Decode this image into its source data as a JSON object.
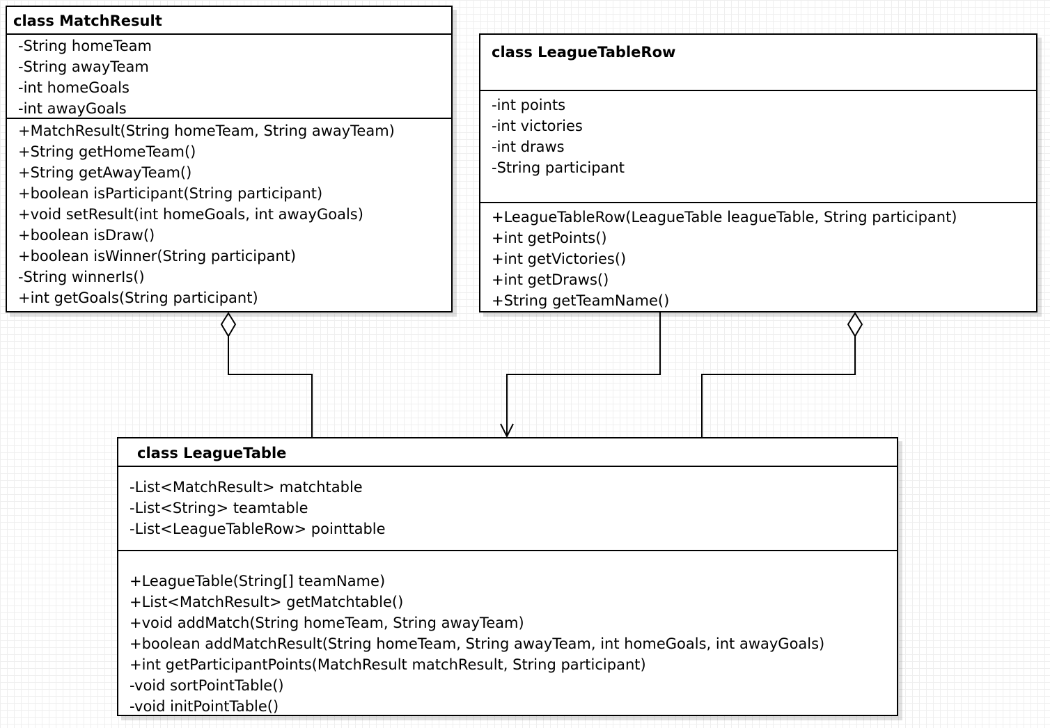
{
  "classes": {
    "match_result": {
      "title": "class MatchResult",
      "attributes": [
        "-String homeTeam",
        "-String awayTeam",
        "-int homeGoals",
        "-int awayGoals"
      ],
      "operations": [
        "+MatchResult(String homeTeam, String awayTeam)",
        "+String getHomeTeam()",
        "+String getAwayTeam()",
        "+boolean isParticipant(String participant)",
        "+void setResult(int homeGoals, int awayGoals)",
        "+boolean isDraw()",
        "+boolean isWinner(String participant)",
        "-String winnerIs()",
        "+int getGoals(String participant)"
      ]
    },
    "league_table_row": {
      "title": "class LeagueTableRow",
      "attributes": [
        "-int points",
        "-int victories",
        "-int draws",
        "-String participant"
      ],
      "operations": [
        "+LeagueTableRow(LeagueTable leagueTable, String participant)",
        "+int getPoints()",
        "+int getVictories()",
        "+int getDraws()",
        "+String getTeamName()"
      ]
    },
    "league_table": {
      "title": "class LeagueTable",
      "attributes": [
        "-List<MatchResult> matchtable",
        "-List<String> teamtable",
        "-List<LeagueTableRow> pointtable"
      ],
      "operations": [
        "+LeagueTable(String[] teamName)",
        "+List<MatchResult> getMatchtable()",
        "+void addMatch(String homeTeam, String awayTeam)",
        "+boolean addMatchResult(String homeTeam, String awayTeam, int homeGoals, int awayGoals)",
        "+int getParticipantPoints(MatchResult matchResult, String participant)",
        "-void sortPointTable()",
        "-void initPointTable()"
      ]
    }
  },
  "relationships": [
    {
      "from": "league_table",
      "to": "match_result",
      "type": "aggregation"
    },
    {
      "from": "league_table",
      "to": "league_table_row",
      "type": "aggregation"
    },
    {
      "from": "league_table_row",
      "to": "league_table",
      "type": "association"
    }
  ]
}
